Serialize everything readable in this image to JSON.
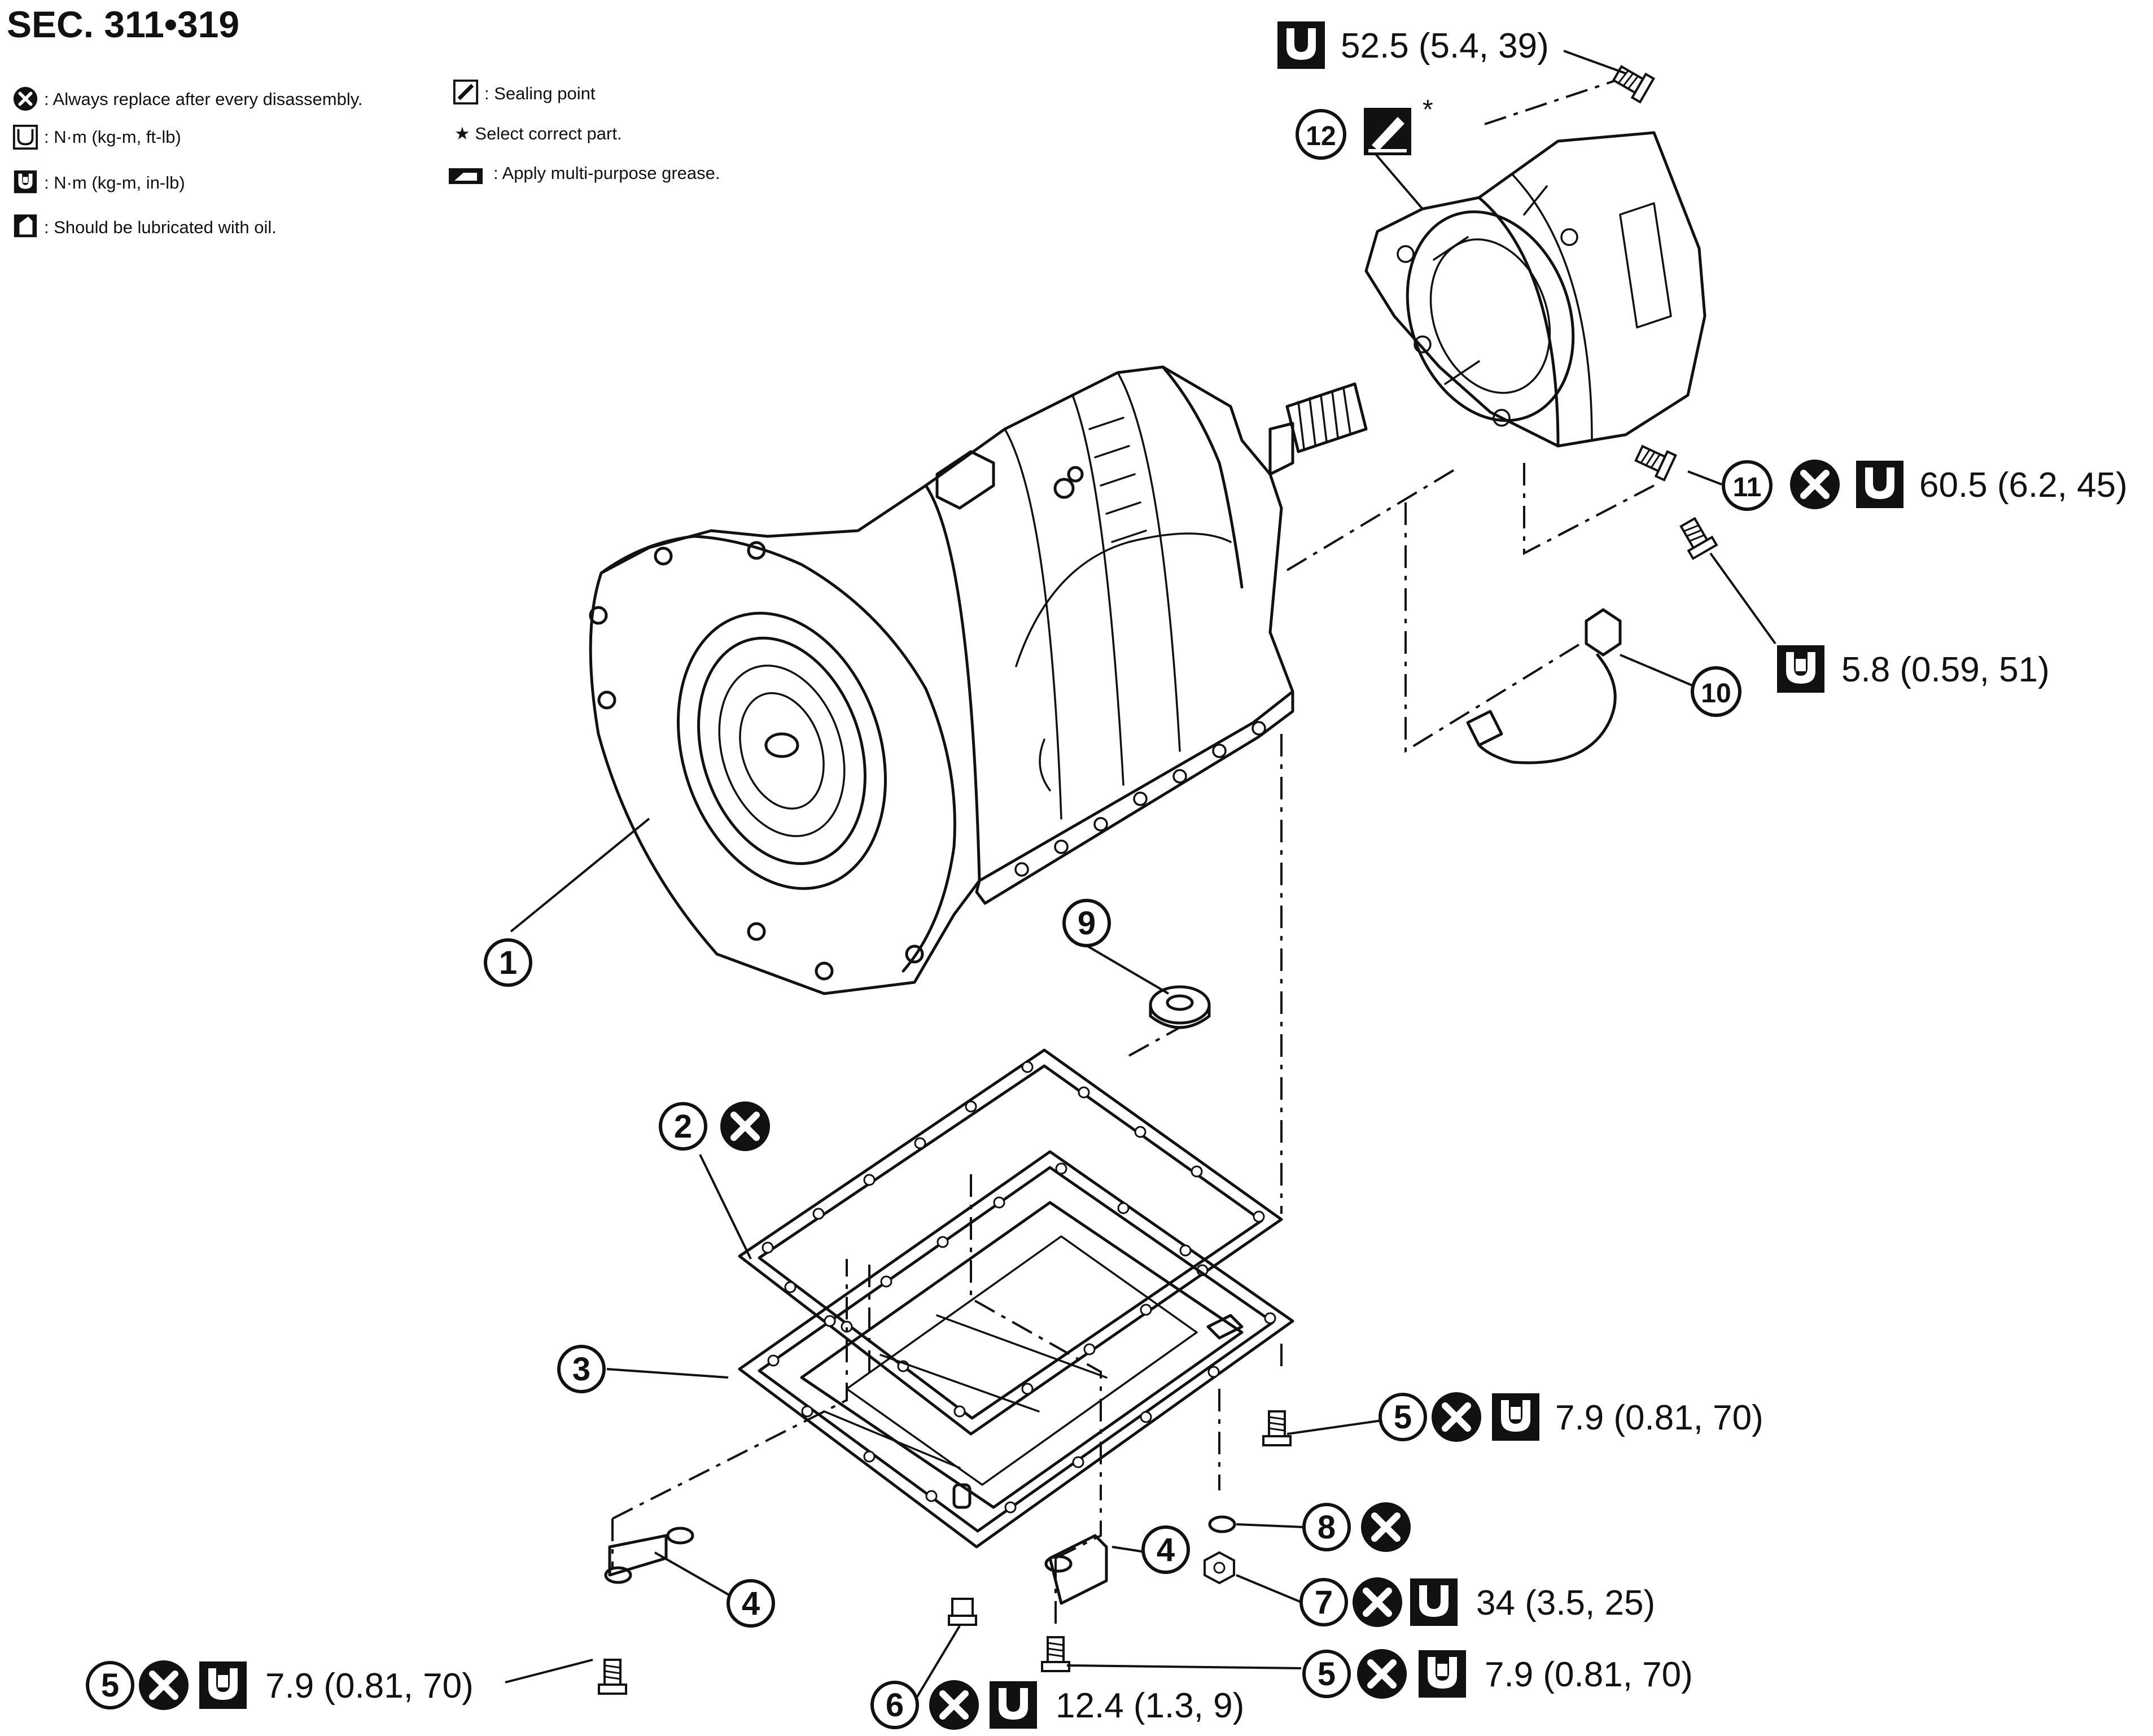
{
  "header": {
    "section_code": "SEC. 311•319"
  },
  "legend": {
    "replace": ": Always replace after every disassembly.",
    "torque_ftlb": ": N·m (kg-m, ft-lb)",
    "torque_inlb": ": N·m (kg-m, in-lb)",
    "oil": ": Should be lubricated with oil.",
    "sealing": ": Sealing point",
    "select": "★ Select correct part.",
    "grease": ": Apply multi-purpose grease."
  },
  "callouts": {
    "c1": {
      "num": "1"
    },
    "c2": {
      "num": "2"
    },
    "c3": {
      "num": "3"
    },
    "c4a": {
      "num": "4"
    },
    "c4b": {
      "num": "4"
    },
    "c5a": {
      "num": "5",
      "spec": "7.9 (0.81, 70)"
    },
    "c5b": {
      "num": "5",
      "spec": "7.9 (0.81, 70)"
    },
    "c5c": {
      "num": "5",
      "spec": "7.9 (0.81, 70)"
    },
    "c6": {
      "num": "6",
      "spec": "12.4 (1.3, 9)"
    },
    "c7": {
      "num": "7",
      "spec": "34 (3.5, 25)"
    },
    "c8": {
      "num": "8"
    },
    "c9": {
      "num": "9"
    },
    "c10": {
      "num": "10",
      "spec": "5.8 (0.59, 51)"
    },
    "c11": {
      "num": "11",
      "spec": "60.5 (6.2, 45)"
    },
    "c12": {
      "num": "12",
      "star": "*"
    },
    "top_bolt": {
      "spec": "52.5 (5.4, 39)"
    }
  }
}
